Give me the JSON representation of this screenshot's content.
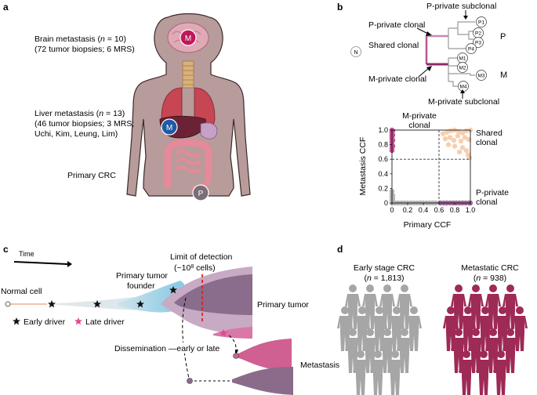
{
  "panel_a": {
    "label": "a",
    "brain": {
      "line1": "Brain metastasis (",
      "n": "n",
      "line1b": " = 10)",
      "line2": "(72 tumor biopsies; 6 MRS)"
    },
    "liver": {
      "line1": "Liver metastasis (",
      "n": "n",
      "line1b": " = 13)",
      "line2": "(46 tumor biopsies; 3 MRS;",
      "line3": "Uchi, Kim, Leung, Lim)"
    },
    "primary": "Primary CRC",
    "marker_brain": "M",
    "marker_liver": "M",
    "marker_primary": "P"
  },
  "panel_b": {
    "label": "b",
    "tree": {
      "p_private_subclonal": "P-private subclonal",
      "p_private_clonal": "P-private clonal",
      "shared_clonal": "Shared clonal",
      "m_private_clonal": "M-private clonal",
      "m_private_subclonal": "M-private subclonal",
      "root": "N",
      "p_group": "P",
      "m_group": "M",
      "leaves": [
        "P1",
        "P2",
        "P3",
        "P4",
        "M1",
        "M2",
        "M3",
        "M4"
      ]
    },
    "scatter_labels": {
      "m_private_clonal": "M-private clonal",
      "shared_clonal": "Shared clonal",
      "p_private_clonal": "P-private clonal"
    }
  },
  "panel_c": {
    "label": "c",
    "time": "Time",
    "limit_line1": "Limit of detection",
    "limit_line2": "(~10",
    "limit_exp": "8",
    "limit_line2b": " cells)",
    "primary_founder_line1": "Primary tumor",
    "primary_founder_line2": "founder",
    "normal_cell": "Normal cell",
    "early_driver": "Early driver",
    "late_driver": "Late driver",
    "primary_tumor": "Primary tumor",
    "dissemination": "Dissemination —early or late",
    "metastasis": "Metastasis"
  },
  "panel_d": {
    "label": "d",
    "early_title": "Early stage CRC",
    "early_n_pre": "(",
    "early_n": "n",
    "early_n_post": " = 1,813)",
    "meta_title": "Metastatic CRC",
    "meta_n_pre": "(",
    "meta_n": "n",
    "meta_n_post": " = 938)"
  },
  "colors": {
    "body": "#b79c9c",
    "metastasis_magenta": "#b4285a",
    "liver_blue": "#1f5aa6",
    "primary_gray": "#7a6e78",
    "shared_peach": "#f7c9a8",
    "p_private_gray": "#b4b4b4",
    "m_private_purple": "#a8618f",
    "primary_tumor_purple": "#8a6f8c",
    "early_teal": "#8fd0e8",
    "limit_red": "#e02020",
    "late_star": "#e04a8c",
    "early_person": "#a6a6a6",
    "meta_person": "#9e2a56"
  },
  "chart_data": {
    "type": "scatter",
    "xlabel": "Primary CCF",
    "ylabel": "Metastasis CCF",
    "xlim": [
      0,
      1.0
    ],
    "ylim": [
      0,
      1.0
    ],
    "xticks": [
      "0",
      "0.2",
      "0.4",
      "0.6",
      "0.8",
      "1.0"
    ],
    "yticks": [
      "0",
      "0.2",
      "0.4",
      "0.6",
      "0.8",
      "1.0"
    ],
    "threshold_x": 0.6,
    "threshold_y": 0.6,
    "series": [
      {
        "name": "M-private clonal",
        "color": "#c14e90",
        "points": [
          [
            0.0,
            0.72
          ],
          [
            0.0,
            0.76
          ],
          [
            0.0,
            0.8
          ],
          [
            0.0,
            0.84
          ],
          [
            0.0,
            0.88
          ],
          [
            0.0,
            0.91
          ],
          [
            0.0,
            0.94
          ],
          [
            0.0,
            0.97
          ],
          [
            0.0,
            1.0
          ],
          [
            0.01,
            0.78
          ],
          [
            0.01,
            0.86
          ],
          [
            0.01,
            0.93
          ],
          [
            0.01,
            0.99
          ]
        ]
      },
      {
        "name": "Shared clonal",
        "color": "#f7cfae",
        "points": [
          [
            0.65,
            0.95
          ],
          [
            0.7,
            0.97
          ],
          [
            0.75,
            0.99
          ],
          [
            0.8,
            1.0
          ],
          [
            0.85,
            0.98
          ],
          [
            0.9,
            0.96
          ],
          [
            0.95,
            0.99
          ],
          [
            1.0,
            1.0
          ],
          [
            0.68,
            0.88
          ],
          [
            0.74,
            0.9
          ],
          [
            0.79,
            0.86
          ],
          [
            0.84,
            0.92
          ],
          [
            0.88,
            0.85
          ],
          [
            0.93,
            0.9
          ],
          [
            0.98,
            0.87
          ],
          [
            0.72,
            0.8
          ],
          [
            0.8,
            0.78
          ],
          [
            0.9,
            0.76
          ],
          [
            0.97,
            0.66
          ],
          [
            0.99,
            0.62
          ],
          [
            0.86,
            0.7
          ],
          [
            0.95,
            0.72
          ]
        ]
      },
      {
        "name": "P-private clonal (primary)",
        "color": "#b4b4b4",
        "points": [
          [
            0.0,
            0.0
          ],
          [
            0.0,
            0.04
          ],
          [
            0.0,
            0.08
          ],
          [
            0.0,
            0.12
          ],
          [
            0.0,
            0.16
          ],
          [
            0.01,
            0.02
          ],
          [
            0.01,
            0.06
          ],
          [
            0.01,
            0.1
          ],
          [
            0.04,
            0.0
          ],
          [
            0.08,
            0.0
          ],
          [
            0.12,
            0.0
          ],
          [
            0.16,
            0.0
          ],
          [
            0.2,
            0.0
          ],
          [
            0.24,
            0.0
          ],
          [
            0.28,
            0.0
          ],
          [
            0.32,
            0.0
          ],
          [
            0.36,
            0.0
          ],
          [
            0.4,
            0.0
          ],
          [
            0.44,
            0.0
          ],
          [
            0.48,
            0.0
          ],
          [
            0.52,
            0.0
          ],
          [
            0.56,
            0.0
          ]
        ]
      },
      {
        "name": "P-private clonal",
        "color": "#a06a9a",
        "points": [
          [
            0.62,
            0.0
          ],
          [
            0.66,
            0.0
          ],
          [
            0.7,
            0.0
          ],
          [
            0.74,
            0.0
          ],
          [
            0.78,
            0.0
          ],
          [
            0.82,
            0.0
          ],
          [
            0.86,
            0.0
          ],
          [
            0.9,
            0.0
          ],
          [
            0.94,
            0.0
          ],
          [
            0.98,
            0.0
          ],
          [
            1.0,
            0.0
          ]
        ]
      }
    ]
  }
}
